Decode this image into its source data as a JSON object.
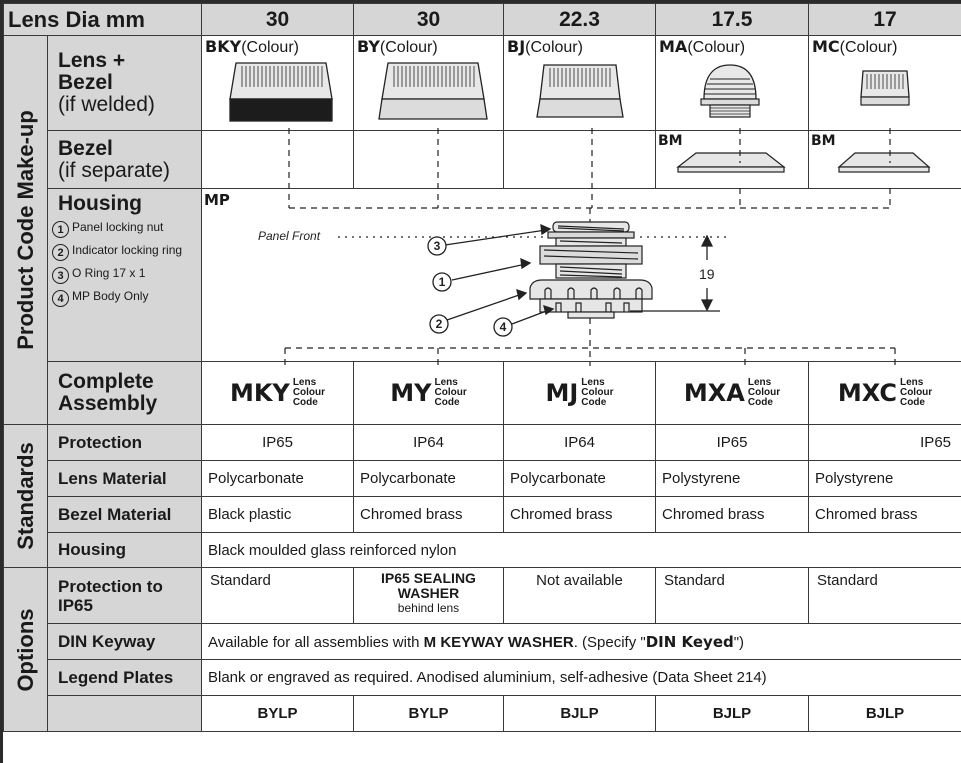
{
  "header": {
    "first_label": "Lens Dia mm",
    "diameters": [
      "30",
      "30",
      "22.3",
      "17.5",
      "17"
    ]
  },
  "sections": {
    "product": "Product Code Make-up",
    "standards": "Standards",
    "options": "Options"
  },
  "lens_bezel": {
    "label_line1": "Lens +",
    "label_line2": "Bezel",
    "label_sub": "(if welded)",
    "items": [
      {
        "code": "BKY",
        "suffix": "(Colour)"
      },
      {
        "code": "BY",
        "suffix": "(Colour)"
      },
      {
        "code": "BJ",
        "suffix": "(Colour)"
      },
      {
        "code": "MA",
        "suffix": "(Colour)"
      },
      {
        "code": "MC",
        "suffix": "(Colour)"
      }
    ]
  },
  "bezel": {
    "label_line1": "Bezel",
    "label_sub": "(if separate)",
    "codes": [
      "",
      "",
      "",
      "BM",
      "BM"
    ]
  },
  "housing": {
    "label": "Housing",
    "code": "MP",
    "panel_front": "Panel Front",
    "dimension": "19",
    "parts": [
      {
        "num": "1",
        "text": "Panel locking nut"
      },
      {
        "num": "2",
        "text": "Indicator locking ring"
      },
      {
        "num": "3",
        "text": "O Ring 17 x 1"
      },
      {
        "num": "4",
        "text": "MP Body Only"
      }
    ]
  },
  "assembly": {
    "label_line1": "Complete",
    "label_line2": "Assembly",
    "colour_code_lines": [
      "Lens",
      "Colour",
      "Code"
    ],
    "codes": [
      "MKY",
      "MY",
      "MJ",
      "MXA",
      "MXC"
    ]
  },
  "standards": {
    "protection": {
      "label": "Protection",
      "values": [
        "IP65",
        "IP64",
        "IP64",
        "IP65",
        "IP65"
      ]
    },
    "lens_material": {
      "label": "Lens Material",
      "values": [
        "Polycarbonate",
        "Polycarbonate",
        "Polycarbonate",
        "Polystyrene",
        "Polystyrene"
      ]
    },
    "bezel_material": {
      "label": "Bezel Material",
      "values": [
        "Black plastic",
        "Chromed brass",
        "Chromed brass",
        "Chromed brass",
        "Chromed brass"
      ]
    },
    "housing": {
      "label": "Housing",
      "value": "Black moulded glass reinforced nylon"
    }
  },
  "options": {
    "protection": {
      "label_line1": "Protection to",
      "label_line2": "IP65",
      "values": [
        "Standard",
        "",
        "Not available",
        "Standard",
        "Standard"
      ],
      "washer_line1": "IP65 SEALING",
      "washer_line2": "WASHER",
      "washer_sub": "behind lens"
    },
    "din": {
      "label": "DIN Keyway",
      "pre": "Available for all assemblies with ",
      "bold": "M KEYWAY WASHER",
      "mid": ". (Specify \"",
      "bold2": "DIN Keyed",
      "post": "\")"
    },
    "legend": {
      "label": "Legend Plates",
      "value": "Blank or engraved as required. Anodised aluminium, self-adhesive (Data Sheet 214)",
      "codes": [
        "BYLP",
        "BYLP",
        "BJLP",
        "BJLP",
        "BJLP"
      ]
    }
  },
  "colors": {
    "header_bg": "#d6d6d6",
    "border": "#3a3a3a"
  }
}
